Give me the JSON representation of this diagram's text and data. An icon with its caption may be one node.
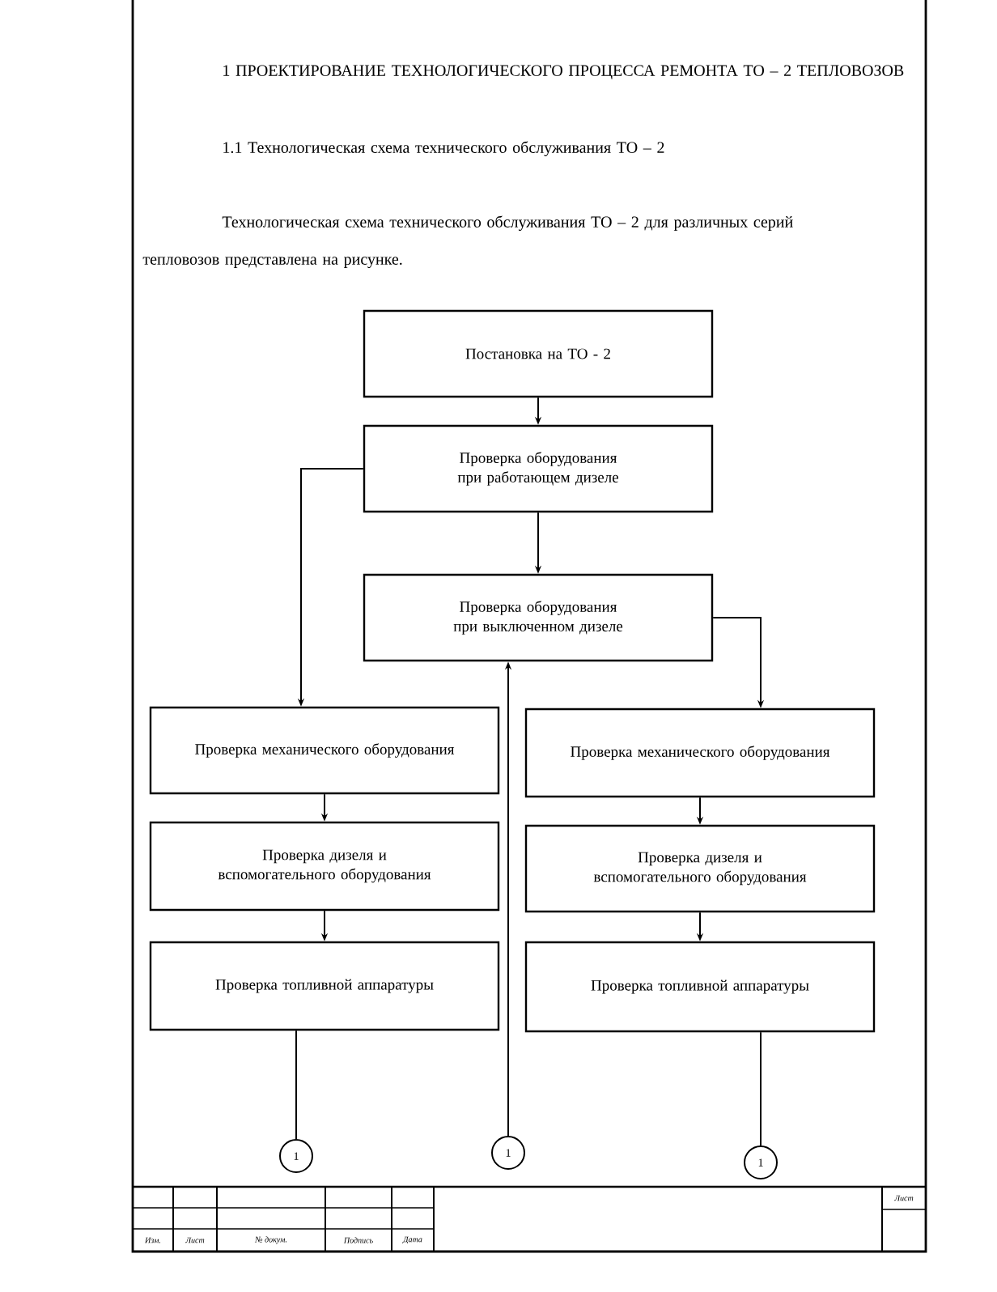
{
  "diagram": {
    "title": "1 ПРОЕКТИРОВАНИЕ ТЕХНОЛОГИЧЕСКОГО ПРОЦЕССА РЕМОНТА ТО – 2 ТЕПЛОВОЗОВ",
    "nodes": [
      {
        "text": [
          "Постановка на ТО - 2"
        ]
      },
      {
        "text": [
          "Проверка оборудования при работающем дизеле"
        ]
      },
      {
        "text": [
          "Проверка оборудования при выключенном дизеле"
        ]
      },
      {
        "text": [
          "Проверка механического оборудования"
        ]
      },
      {
        "text": [
          "Проверка дизеля и вспомогательного оборудования"
        ]
      },
      {
        "text": [
          "Проверка топливной аппаратуры"
        ]
      },
      {
        "text": [
          "Проверка механического оборудования"
        ]
      },
      {
        "text": [
          "Проверка дизеля и вспомогательного оборудования"
        ]
      },
      {
        "text": [
          "Проверка топливной аппаратуры"
        ]
      },
      {
        "text": [
          "1"
        ]
      },
      {
        "text": [
          "1"
        ]
      },
      {
        "text": [
          "1"
        ]
      }
    ],
    "edges": [
      {
        "from": 0,
        "to": 1,
        "arrow": "to"
      },
      {
        "from": 1,
        "to": 3,
        "arrow": "to"
      },
      {
        "from": 1,
        "to": 2,
        "arrow": "to"
      },
      {
        "from": 2,
        "to": 6,
        "arrow": "to"
      },
      {
        "from": 3,
        "to": 4,
        "arrow": "to"
      },
      {
        "from": 4,
        "to": 5,
        "arrow": "to"
      },
      {
        "from": 6,
        "to": 7,
        "arrow": "to"
      },
      {
        "from": 7,
        "to": 8,
        "arrow": "to"
      },
      {
        "from": 5,
        "to": 9,
        "arrow": "none"
      },
      {
        "from": 10,
        "to": 2,
        "arrow": "to"
      },
      {
        "from": 8,
        "to": 11,
        "arrow": "none"
      }
    ],
    "labels": [
      "1.1 Технологическая схема технического обслуживания ТО – 2",
      "Технологическая схема технического обслуживания ТО – 2 для различных серий тепловозов представлена на рисунке.",
      "Лист",
      "Изм.",
      "Лист",
      "№ докум.",
      "Подпись",
      "Дата"
    ]
  }
}
